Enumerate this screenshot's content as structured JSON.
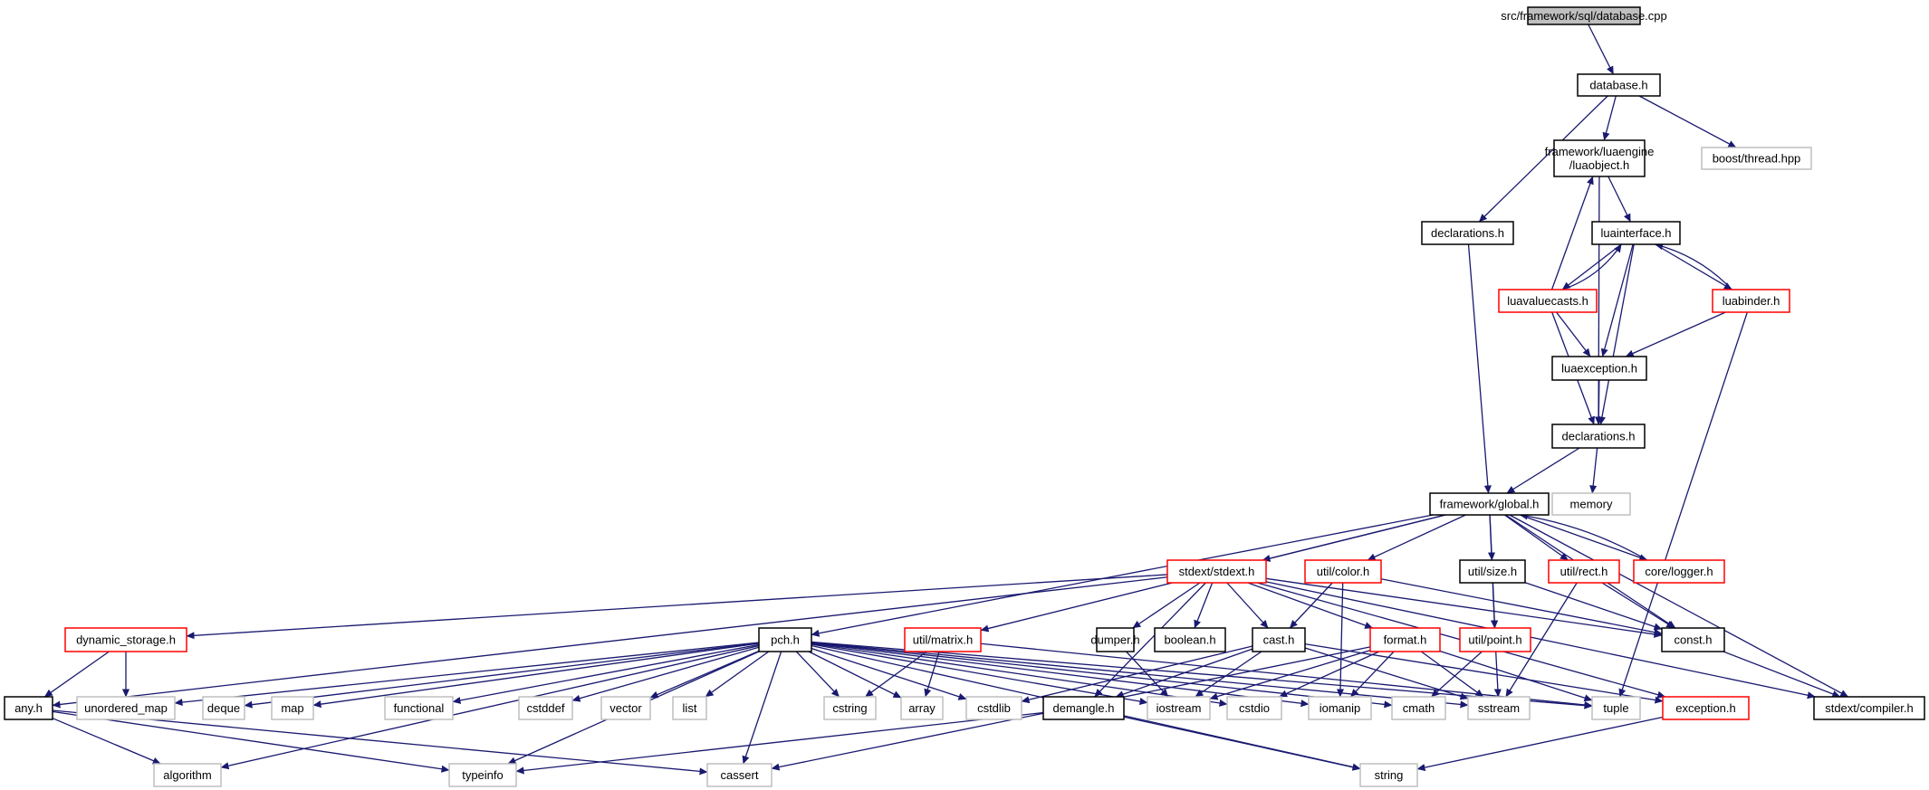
{
  "graph": {
    "nodes": [
      {
        "id": "root",
        "label": "src/framework/sql/database.cpp",
        "style": "root"
      },
      {
        "id": "database_h",
        "label": "database.h",
        "style": "normal"
      },
      {
        "id": "luaobject",
        "label": "framework/luaengine\n/luaobject.h",
        "style": "normal"
      },
      {
        "id": "boost_thread",
        "label": "boost/thread.hpp",
        "style": "system"
      },
      {
        "id": "declarations_a",
        "label": "declarations.h",
        "style": "normal"
      },
      {
        "id": "luainterface",
        "label": "luainterface.h",
        "style": "normal"
      },
      {
        "id": "luavaluecasts",
        "label": "luavaluecasts.h",
        "style": "truncated"
      },
      {
        "id": "luabinder",
        "label": "luabinder.h",
        "style": "truncated"
      },
      {
        "id": "luaexception",
        "label": "luaexception.h",
        "style": "normal"
      },
      {
        "id": "declarations_b",
        "label": "declarations.h",
        "style": "normal"
      },
      {
        "id": "global",
        "label": "framework/global.h",
        "style": "normal"
      },
      {
        "id": "memory",
        "label": "memory",
        "style": "system"
      },
      {
        "id": "stdext",
        "label": "stdext/stdext.h",
        "style": "truncated"
      },
      {
        "id": "color",
        "label": "util/color.h",
        "style": "truncated"
      },
      {
        "id": "size",
        "label": "util/size.h",
        "style": "normal"
      },
      {
        "id": "rect",
        "label": "util/rect.h",
        "style": "truncated"
      },
      {
        "id": "logger",
        "label": "core/logger.h",
        "style": "truncated"
      },
      {
        "id": "dynstorage",
        "label": "dynamic_storage.h",
        "style": "truncated"
      },
      {
        "id": "pch",
        "label": "pch.h",
        "style": "normal"
      },
      {
        "id": "matrix",
        "label": "util/matrix.h",
        "style": "truncated"
      },
      {
        "id": "dumper",
        "label": "dumper.h",
        "style": "normal"
      },
      {
        "id": "boolean",
        "label": "boolean.h",
        "style": "normal"
      },
      {
        "id": "cast",
        "label": "cast.h",
        "style": "normal"
      },
      {
        "id": "format",
        "label": "format.h",
        "style": "truncated"
      },
      {
        "id": "point",
        "label": "util/point.h",
        "style": "truncated"
      },
      {
        "id": "const",
        "label": "const.h",
        "style": "normal"
      },
      {
        "id": "any",
        "label": "any.h",
        "style": "normal"
      },
      {
        "id": "unordered_map",
        "label": "unordered_map",
        "style": "system"
      },
      {
        "id": "deque",
        "label": "deque",
        "style": "system"
      },
      {
        "id": "map",
        "label": "map",
        "style": "system"
      },
      {
        "id": "functional",
        "label": "functional",
        "style": "system"
      },
      {
        "id": "cstddef",
        "label": "cstddef",
        "style": "system"
      },
      {
        "id": "vector",
        "label": "vector",
        "style": "system"
      },
      {
        "id": "list",
        "label": "list",
        "style": "system"
      },
      {
        "id": "cstring",
        "label": "cstring",
        "style": "system"
      },
      {
        "id": "array",
        "label": "array",
        "style": "system"
      },
      {
        "id": "cstdlib",
        "label": "cstdlib",
        "style": "system"
      },
      {
        "id": "demangle",
        "label": "demangle.h",
        "style": "normal"
      },
      {
        "id": "iostream",
        "label": "iostream",
        "style": "system"
      },
      {
        "id": "cstdio",
        "label": "cstdio",
        "style": "system"
      },
      {
        "id": "iomanip",
        "label": "iomanip",
        "style": "system"
      },
      {
        "id": "cmath",
        "label": "cmath",
        "style": "system"
      },
      {
        "id": "sstream",
        "label": "sstream",
        "style": "system"
      },
      {
        "id": "tuple",
        "label": "tuple",
        "style": "system"
      },
      {
        "id": "exception",
        "label": "exception.h",
        "style": "truncated"
      },
      {
        "id": "compiler",
        "label": "stdext/compiler.h",
        "style": "normal"
      },
      {
        "id": "algorithm",
        "label": "algorithm",
        "style": "system"
      },
      {
        "id": "typeinfo",
        "label": "typeinfo",
        "style": "system"
      },
      {
        "id": "cassert",
        "label": "cassert",
        "style": "system"
      },
      {
        "id": "string",
        "label": "string",
        "style": "system"
      }
    ],
    "edges": [
      [
        "root",
        "database_h"
      ],
      [
        "database_h",
        "luaobject"
      ],
      [
        "database_h",
        "boost_thread"
      ],
      [
        "database_h",
        "declarations_a"
      ],
      [
        "luaobject",
        "luainterface"
      ],
      [
        "luaobject",
        "declarations_b"
      ],
      [
        "luainterface",
        "luavaluecasts"
      ],
      [
        "luainterface",
        "luabinder"
      ],
      [
        "luainterface",
        "luaexception"
      ],
      [
        "luainterface",
        "declarations_b"
      ],
      [
        "luavaluecasts",
        "luaobject"
      ],
      [
        "luavaluecasts",
        "luainterface"
      ],
      [
        "luavaluecasts",
        "luaexception"
      ],
      [
        "luavaluecasts",
        "declarations_b"
      ],
      [
        "luabinder",
        "luainterface"
      ],
      [
        "luabinder",
        "luaexception"
      ],
      [
        "luabinder",
        "tuple"
      ],
      [
        "luaexception",
        "declarations_b"
      ],
      [
        "declarations_a",
        "global"
      ],
      [
        "declarations_b",
        "global"
      ],
      [
        "declarations_b",
        "memory"
      ],
      [
        "global",
        "stdext"
      ],
      [
        "global",
        "color"
      ],
      [
        "global",
        "size"
      ],
      [
        "global",
        "rect"
      ],
      [
        "global",
        "logger"
      ],
      [
        "global",
        "const"
      ],
      [
        "global",
        "compiler"
      ],
      [
        "global",
        "pch"
      ],
      [
        "global",
        "matrix"
      ],
      [
        "global",
        "point"
      ],
      [
        "logger",
        "global"
      ],
      [
        "stdext",
        "dynstorage"
      ],
      [
        "stdext",
        "any"
      ],
      [
        "stdext",
        "dumper"
      ],
      [
        "stdext",
        "boolean"
      ],
      [
        "stdext",
        "cast"
      ],
      [
        "stdext",
        "format"
      ],
      [
        "stdext",
        "demangle"
      ],
      [
        "stdext",
        "exception"
      ],
      [
        "stdext",
        "compiler"
      ],
      [
        "stdext",
        "const"
      ],
      [
        "dynstorage",
        "any"
      ],
      [
        "dynstorage",
        "unordered_map"
      ],
      [
        "any",
        "algorithm"
      ],
      [
        "any",
        "typeinfo"
      ],
      [
        "any",
        "cassert"
      ],
      [
        "pch",
        "unordered_map"
      ],
      [
        "pch",
        "deque"
      ],
      [
        "pch",
        "map"
      ],
      [
        "pch",
        "functional"
      ],
      [
        "pch",
        "cstddef"
      ],
      [
        "pch",
        "vector"
      ],
      [
        "pch",
        "list"
      ],
      [
        "pch",
        "cstring"
      ],
      [
        "pch",
        "array"
      ],
      [
        "pch",
        "cstdlib"
      ],
      [
        "pch",
        "iostream"
      ],
      [
        "pch",
        "cstdio"
      ],
      [
        "pch",
        "iomanip"
      ],
      [
        "pch",
        "cmath"
      ],
      [
        "pch",
        "sstream"
      ],
      [
        "pch",
        "tuple"
      ],
      [
        "pch",
        "algorithm"
      ],
      [
        "pch",
        "typeinfo"
      ],
      [
        "pch",
        "cassert"
      ],
      [
        "pch",
        "string"
      ],
      [
        "matrix",
        "cstring"
      ],
      [
        "matrix",
        "array"
      ],
      [
        "matrix",
        "tuple"
      ],
      [
        "dumper",
        "iostream"
      ],
      [
        "cast",
        "cstdlib"
      ],
      [
        "cast",
        "demangle"
      ],
      [
        "cast",
        "iostream"
      ],
      [
        "cast",
        "sstream"
      ],
      [
        "cast",
        "exception"
      ],
      [
        "format",
        "cstdio"
      ],
      [
        "format",
        "iostream"
      ],
      [
        "format",
        "iomanip"
      ],
      [
        "format",
        "sstream"
      ],
      [
        "format",
        "tuple"
      ],
      [
        "format",
        "cassert"
      ],
      [
        "color",
        "cast"
      ],
      [
        "color",
        "iomanip"
      ],
      [
        "color",
        "const"
      ],
      [
        "size",
        "point"
      ],
      [
        "size",
        "const"
      ],
      [
        "rect",
        "const"
      ],
      [
        "rect",
        "sstream"
      ],
      [
        "point",
        "cmath"
      ],
      [
        "point",
        "sstream"
      ],
      [
        "demangle",
        "typeinfo"
      ],
      [
        "demangle",
        "string"
      ],
      [
        "exception",
        "string"
      ],
      [
        "const",
        "compiler"
      ]
    ]
  }
}
